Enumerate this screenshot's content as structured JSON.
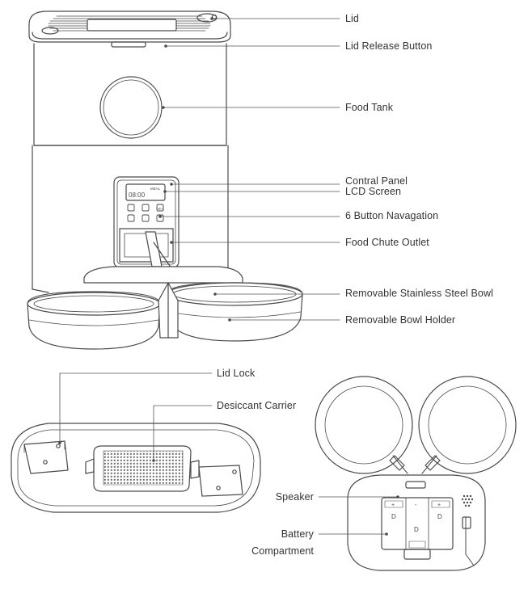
{
  "labels": {
    "lid": "Lid",
    "lid_release_button": "Lid Release Button",
    "food_tank": "Food Tank",
    "control_panel": "Contral Panel",
    "lcd_screen": "LCD Screen",
    "button_navigation": "6 Button Navagation",
    "food_chute_outlet": "Food Chute Outlet",
    "stainless_bowl": "Removable Stainless Steel Bowl",
    "bowl_holder": "Removable Bowl Holder",
    "lid_lock": "Lid Lock",
    "desiccant_carrier": "Desiccant Carrier",
    "speaker": "Speaker",
    "battery_line1": "Battery",
    "battery_line2": "Compartment"
  },
  "panel_text": {
    "clock": "08:00",
    "meal": "MEAL",
    "set": "SET"
  },
  "battery_text": {
    "cell": "D",
    "plus": "+",
    "minus": "-"
  }
}
